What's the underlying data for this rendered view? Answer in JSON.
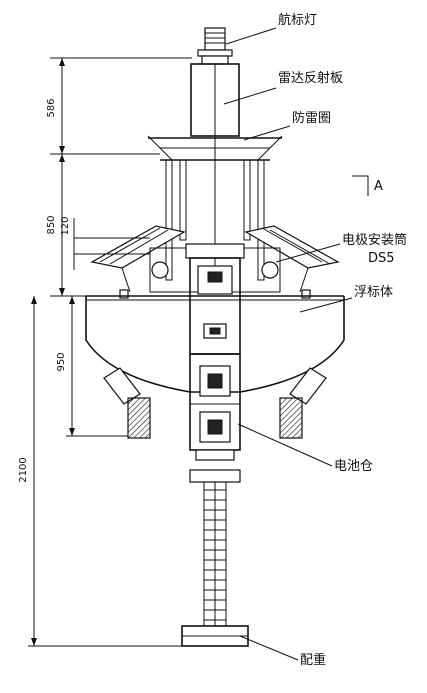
{
  "diagram": {
    "labels": {
      "nav_light": "航标灯",
      "radar_reflector": "雷达反射板",
      "lightning_ring": "防雷圈",
      "view_marker": "A",
      "electrode_tube": "电极安装筒",
      "ds5": "DS5",
      "buoy_body": "浮标体",
      "battery_compartment": "电池仓",
      "counterweight": "配重"
    },
    "dimensions": {
      "d586": "586",
      "d850": "850",
      "d120": "120",
      "d950": "950",
      "d2100": "2100"
    }
  }
}
